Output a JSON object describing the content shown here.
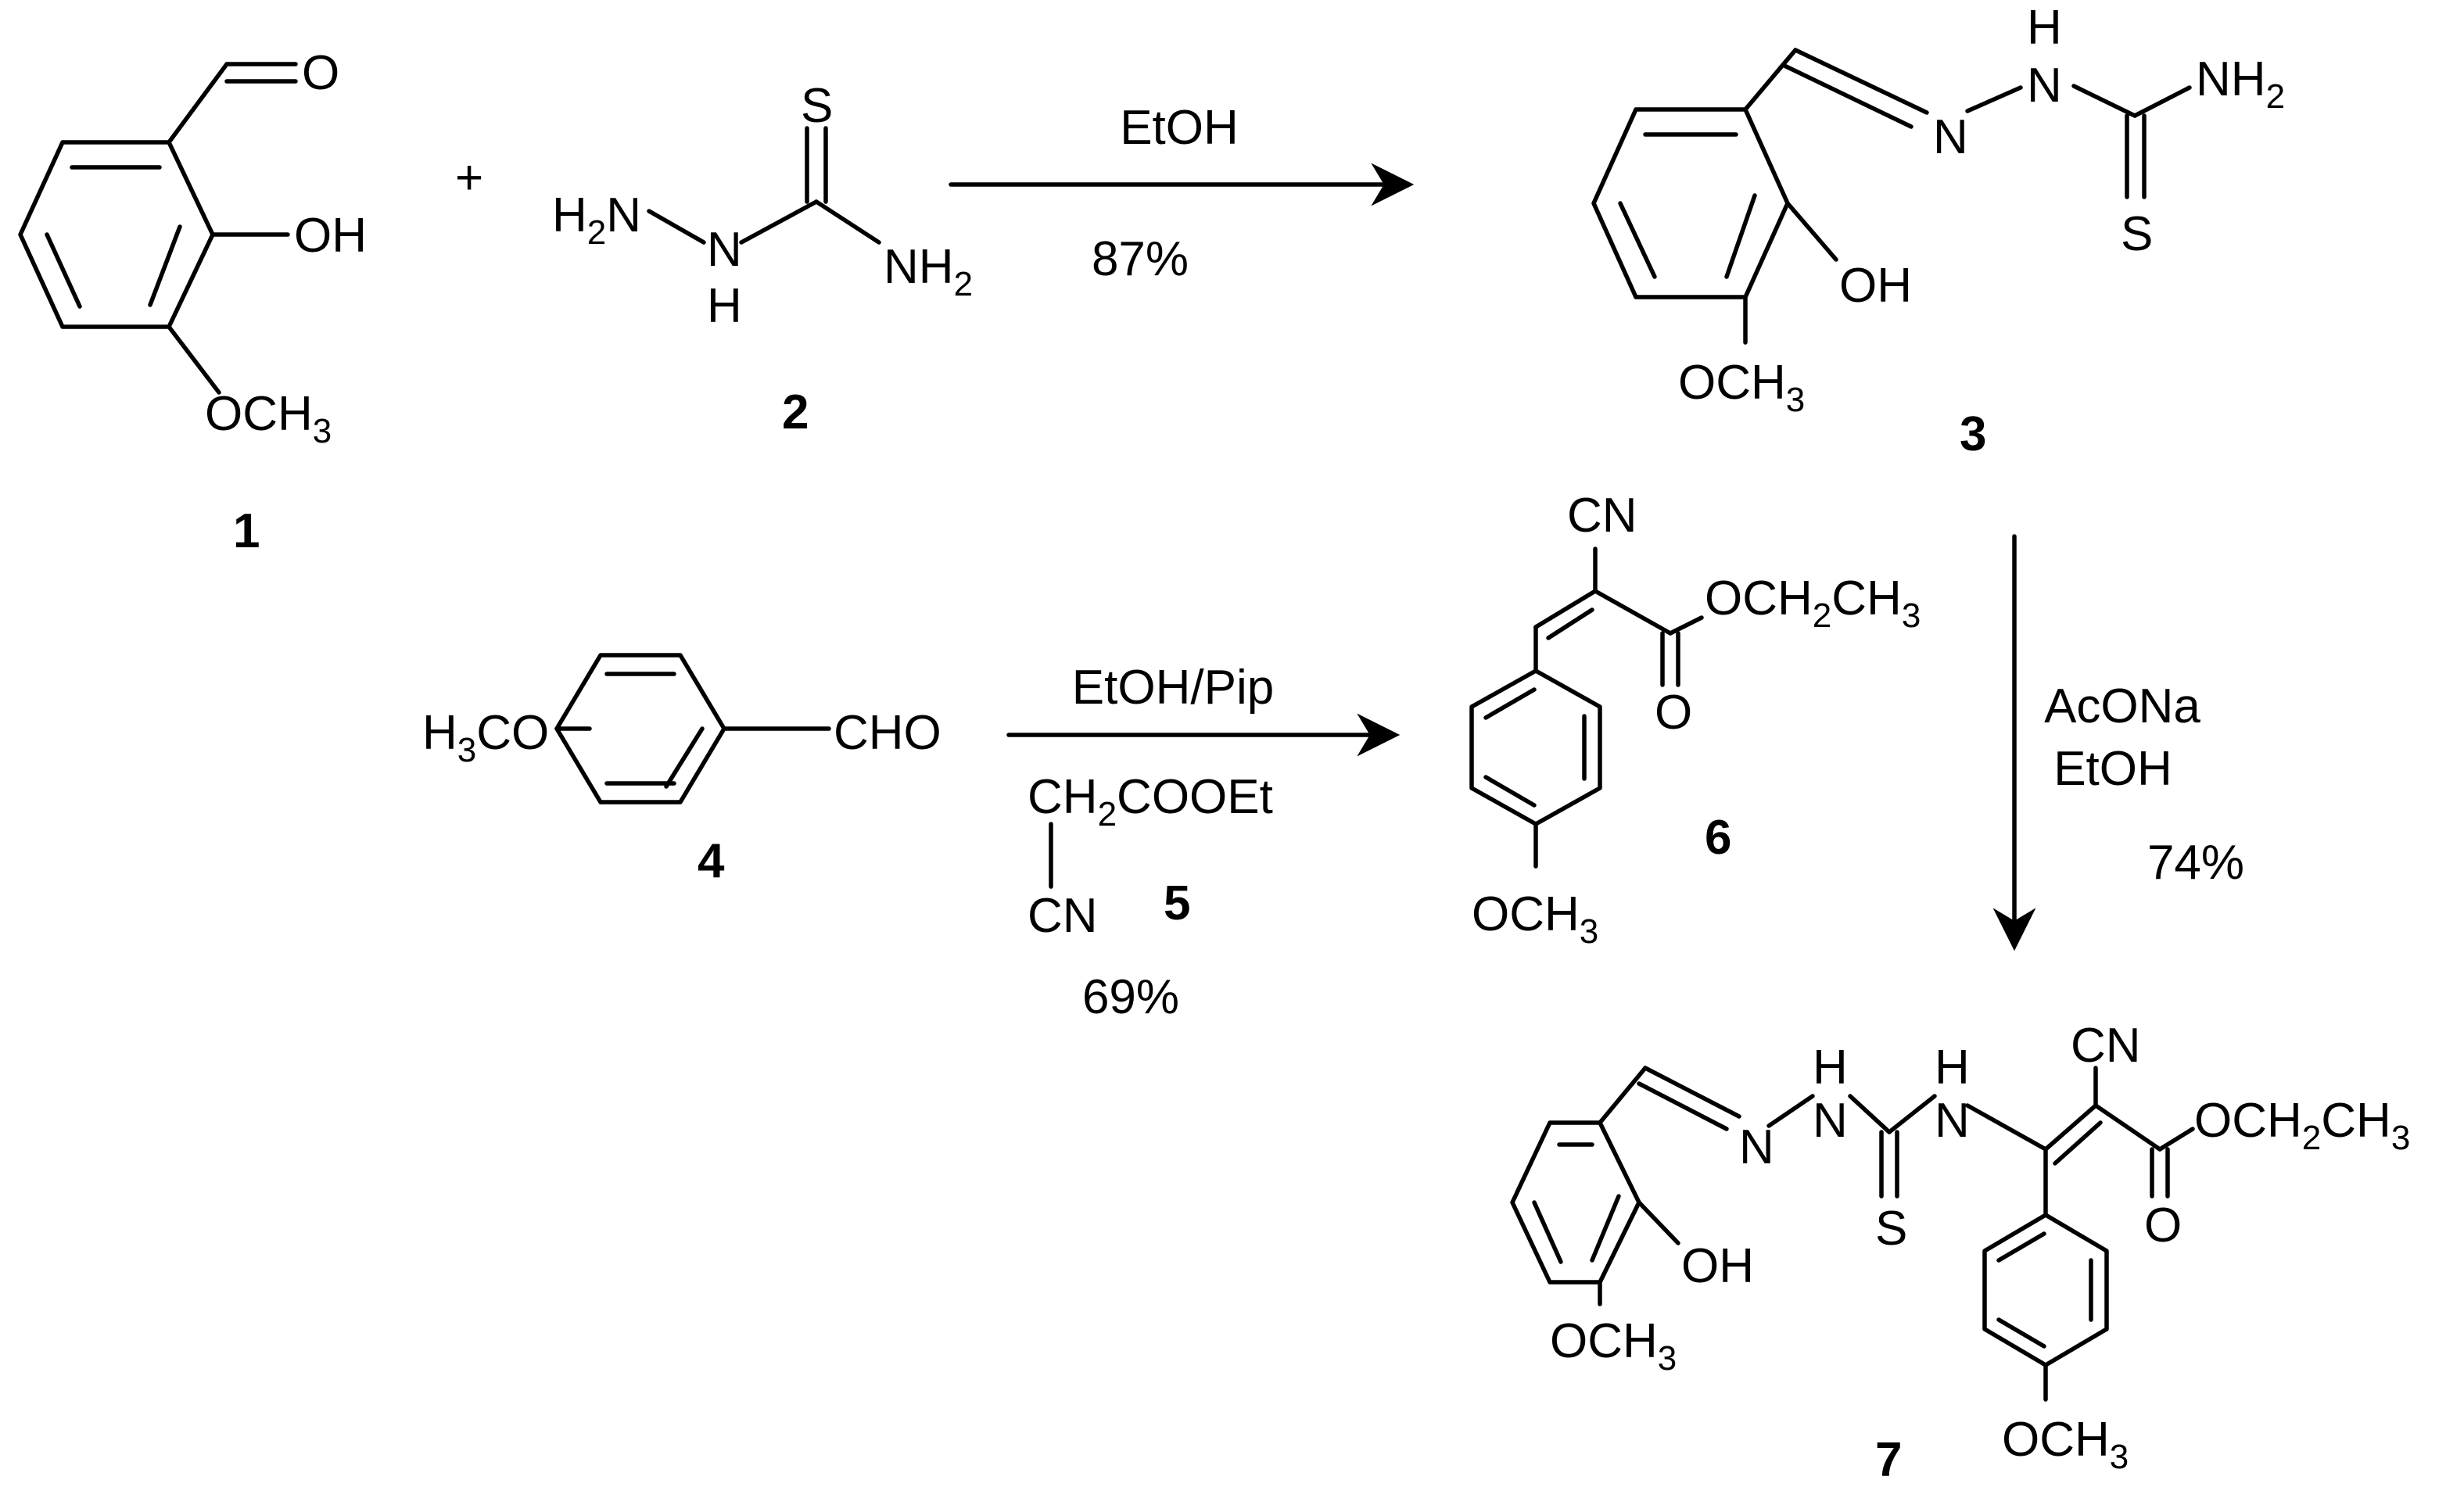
{
  "compounds": {
    "c1": {
      "number": "1",
      "cho_o": "O",
      "oh": "OH",
      "och3": {
        "main": "OCH",
        "sub": "3"
      }
    },
    "c2": {
      "number": "2",
      "s": "S",
      "h2n": {
        "h": "H",
        "sub": "2",
        "n": "N"
      },
      "nh": {
        "n": "N",
        "h": "H"
      },
      "nh2": {
        "main": "NH",
        "sub": "2"
      }
    },
    "c3": {
      "number": "3",
      "n": "N",
      "nh": {
        "h": "H",
        "n": "N"
      },
      "nh2": {
        "main": "NH",
        "sub": "2"
      },
      "s": "S",
      "oh": "OH",
      "och3": {
        "main": "OCH",
        "sub": "3"
      }
    },
    "c4": {
      "number": "4",
      "h3co": {
        "h": "H",
        "sub": "3",
        "co": "CO"
      },
      "cho": "CHO"
    },
    "c5": {
      "number": "5",
      "ch2": {
        "main": "CH",
        "sub": "2",
        "rest": "COOEt"
      },
      "cn": "CN"
    },
    "c6": {
      "number": "6",
      "cn": "CN",
      "ester": {
        "a": "OCH",
        "s1": "2",
        "b": "CH",
        "s2": "3"
      },
      "o": "O",
      "och3": {
        "main": "OCH",
        "sub": "3"
      }
    },
    "c7": {
      "number": "7",
      "n": "N",
      "nh1": {
        "h": "H",
        "n": "N"
      },
      "nh2": {
        "h": "H",
        "n": "N"
      },
      "cn": "CN",
      "ester": {
        "a": "OCH",
        "s1": "2",
        "b": "CH",
        "s2": "3"
      },
      "o": "O",
      "s": "S",
      "oh": "OH",
      "och3_a": {
        "main": "OCH",
        "sub": "3"
      },
      "och3_b": {
        "main": "OCH",
        "sub": "3"
      }
    }
  },
  "plus": "+",
  "reactions": {
    "r1": {
      "above": "EtOH",
      "below": "87%"
    },
    "r2": {
      "above": "EtOH/Pip",
      "yield": "69%"
    },
    "r3": {
      "line1": "AcONa",
      "line2": "EtOH",
      "yield": "74%"
    }
  }
}
